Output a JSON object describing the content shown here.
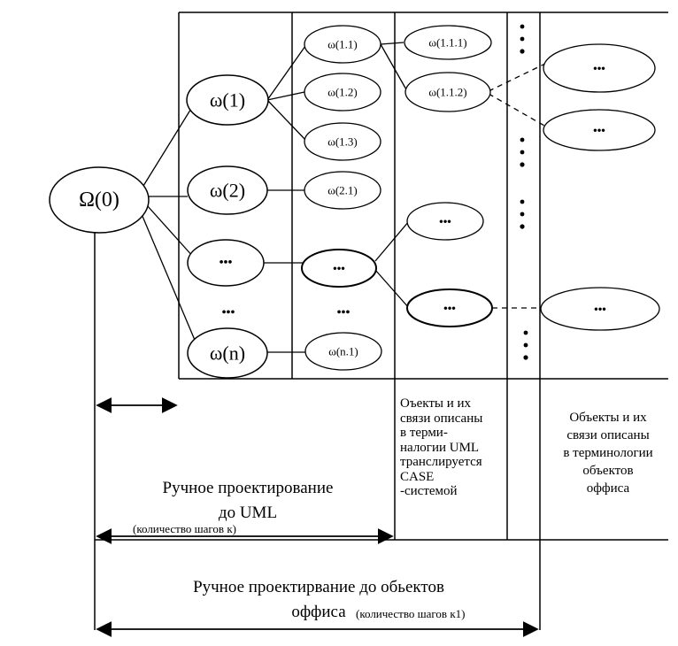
{
  "diagram": {
    "root": {
      "label": "Ω(0)"
    },
    "level1": [
      {
        "label": "ω(1)"
      },
      {
        "label": "ω(2)"
      },
      {
        "label": "•••"
      },
      {
        "label": "ω(n)"
      }
    ],
    "level1_gap": "•••",
    "level2": [
      {
        "label": "ω(1.1)"
      },
      {
        "label": "ω(1.2)"
      },
      {
        "label": "ω(1.3)"
      },
      {
        "label": "ω(2.1)"
      },
      {
        "label": "•••"
      },
      {
        "label": "ω(n.1)"
      }
    ],
    "level2_gap": "•••",
    "level3": [
      {
        "label": "ω(1.1.1)"
      },
      {
        "label": "ω(1.1.2)"
      },
      {
        "label": "•••"
      },
      {
        "label": "•••"
      }
    ],
    "level4": [
      {
        "label": "•••"
      },
      {
        "label": "•••"
      },
      {
        "label": "•••"
      }
    ]
  },
  "captions": {
    "uml_objects": "Оъекты и их\nсвязи описаны\nв терми-\nналогии UML\nтранслируется\nCASE\n-системой",
    "office_objects": "Объекты и их\nсвязи описаны\nв терминологии\nобъектов\nоффиса",
    "manual_to_uml": "Ручное проектирование\nдо UML",
    "steps_k": "(количество шагов к)",
    "manual_to_office": "Ручное проектирвание до обьектов\nоффиса",
    "steps_k1": "(количество шагов к1)"
  }
}
